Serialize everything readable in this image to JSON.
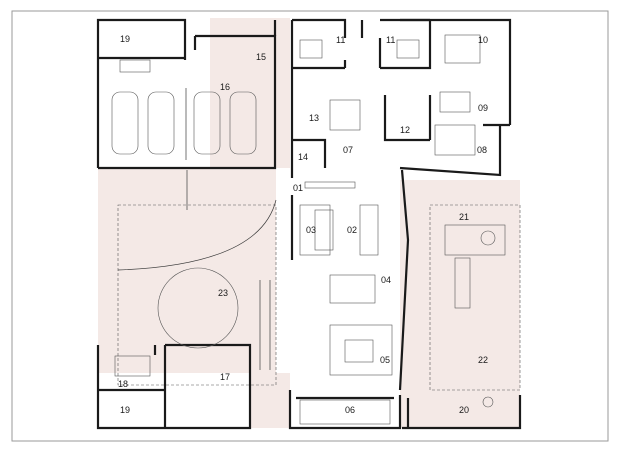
{
  "rooms": [
    {
      "id": "r01",
      "label": "01"
    },
    {
      "id": "r02",
      "label": "02"
    },
    {
      "id": "r03",
      "label": "03"
    },
    {
      "id": "r04",
      "label": "04"
    },
    {
      "id": "r05",
      "label": "05"
    },
    {
      "id": "r06",
      "label": "06"
    },
    {
      "id": "r07",
      "label": "07"
    },
    {
      "id": "r08",
      "label": "08"
    },
    {
      "id": "r09",
      "label": "09"
    },
    {
      "id": "r10",
      "label": "10"
    },
    {
      "id": "r11a",
      "label": "11"
    },
    {
      "id": "r11b",
      "label": "11"
    },
    {
      "id": "r12",
      "label": "12"
    },
    {
      "id": "r13",
      "label": "13"
    },
    {
      "id": "r14",
      "label": "14"
    },
    {
      "id": "r15",
      "label": "15"
    },
    {
      "id": "r16",
      "label": "16"
    },
    {
      "id": "r17",
      "label": "17"
    },
    {
      "id": "r18",
      "label": "18"
    },
    {
      "id": "r19a",
      "label": "19"
    },
    {
      "id": "r19b",
      "label": "19"
    },
    {
      "id": "r20",
      "label": "20"
    },
    {
      "id": "r21",
      "label": "21"
    },
    {
      "id": "r22",
      "label": "22"
    },
    {
      "id": "r23",
      "label": "23"
    }
  ],
  "colors": {
    "paving": "#f4e9e6",
    "walls": "#1a1a1a",
    "frame": "#9a9a9a"
  }
}
